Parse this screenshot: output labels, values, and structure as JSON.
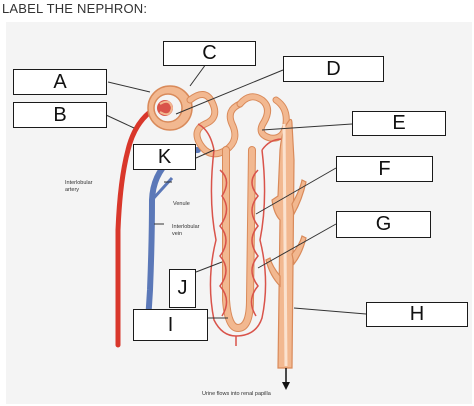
{
  "header": {
    "title": "LABEL THE NEPHRON:"
  },
  "labels": {
    "A": "A",
    "B": "B",
    "C": "C",
    "D": "D",
    "E": "E",
    "F": "F",
    "G": "G",
    "H": "H",
    "I": "I",
    "J": "J",
    "K": "K"
  },
  "diagram": {
    "interlobular_artery_line1": "Interlobular",
    "interlobular_artery_line2": "artery",
    "venule": "Venule",
    "interlobular_vein_line1": "Interlobular",
    "interlobular_vein_line2": "vein",
    "caption": "Urine flows into renal papilla"
  },
  "colors": {
    "artery": "#d9372b",
    "vein": "#5b78b8",
    "tubule": "#f2b890",
    "tubule_outline": "#d98a5a",
    "capillary": "#d9534a"
  }
}
